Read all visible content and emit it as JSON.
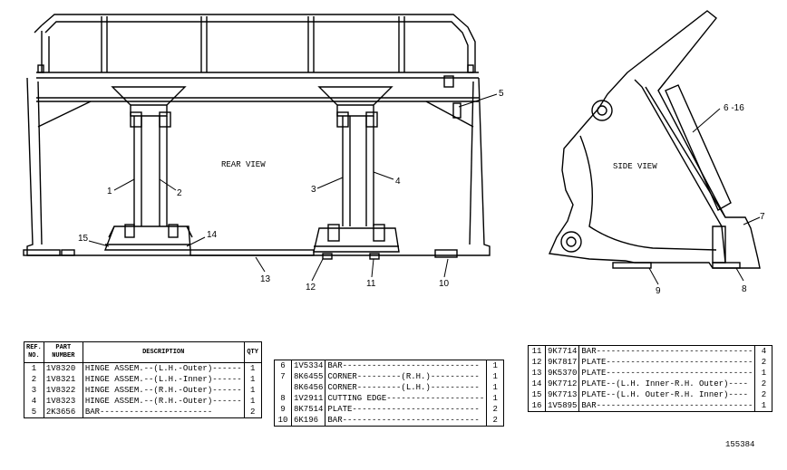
{
  "views": {
    "rear": "REAR VIEW",
    "side": "SIDE VIEW"
  },
  "callouts": {
    "c1": "1",
    "c2": "2",
    "c3": "3",
    "c4": "4",
    "c5": "5",
    "c6_16": "6 -16",
    "c7": "7",
    "c8": "8",
    "c9": "9",
    "c10": "10",
    "c11": "11",
    "c12": "12",
    "c13": "13",
    "c14": "14",
    "c15": "15"
  },
  "table1": {
    "headers": {
      "ref": "REF. NO.",
      "part": "PART NUMBER",
      "desc": "DESCRIPTION",
      "qty": "QTY"
    },
    "rows": [
      {
        "ref": "1",
        "part": "1V8320",
        "desc": "HINGE ASSEM.--(L.H.-Outer)------",
        "qty": "1"
      },
      {
        "ref": "2",
        "part": "1V8321",
        "desc": "HINGE ASSEM.--(L.H.-Inner)------",
        "qty": "1"
      },
      {
        "ref": "3",
        "part": "1V8322",
        "desc": "HINGE ASSEM.--(R.H.-Outer)------",
        "qty": "1"
      },
      {
        "ref": "4",
        "part": "1V8323",
        "desc": "HINGE ASSEM.--(R.H.-Outer)------",
        "qty": "1"
      },
      {
        "ref": "5",
        "part": "2K3656",
        "desc": "BAR-----------------------",
        "qty": "2"
      }
    ]
  },
  "table2": {
    "rows": [
      {
        "ref": "6",
        "part": "1V5334",
        "desc": "BAR----------------------------",
        "qty": "1"
      },
      {
        "ref": "7",
        "part": "8K6455",
        "desc": "CORNER---------(R.H.)----------",
        "qty": "1"
      },
      {
        "ref": "",
        "part": "8K6456",
        "desc": "CORNER---------(L.H.)----------",
        "qty": "1"
      },
      {
        "ref": "8",
        "part": "1V2911",
        "desc": "CUTTING EDGE--------------------",
        "qty": "1"
      },
      {
        "ref": "9",
        "part": "8K7514",
        "desc": "PLATE--------------------------",
        "qty": "2"
      },
      {
        "ref": "10",
        "part": "6K196",
        "desc": "BAR----------------------------",
        "qty": "2"
      }
    ]
  },
  "table3": {
    "rows": [
      {
        "ref": "11",
        "part": "9K7714",
        "desc": "BAR--------------------------------",
        "qty": "4"
      },
      {
        "ref": "12",
        "part": "9K7817",
        "desc": "PLATE------------------------------",
        "qty": "2"
      },
      {
        "ref": "13",
        "part": "9K5370",
        "desc": "PLATE------------------------------",
        "qty": "1"
      },
      {
        "ref": "14",
        "part": "9K7712",
        "desc": "PLATE--(L.H. Inner-R.H. Outer)----",
        "qty": "2"
      },
      {
        "ref": "15",
        "part": "9K7713",
        "desc": "PLATE--(L.H. Outer-R.H. Inner)----",
        "qty": "2"
      },
      {
        "ref": "16",
        "part": "1V5895",
        "desc": "BAR--------------------------------",
        "qty": "1"
      }
    ]
  },
  "figure_id": "155384"
}
